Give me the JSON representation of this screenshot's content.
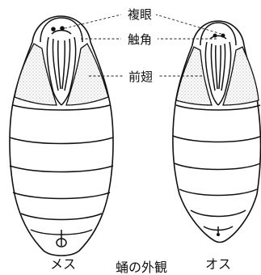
{
  "labels": {
    "compound_eye": "複眼",
    "antenna": "触角",
    "forewing": "前翅"
  },
  "captions": {
    "female": "メス",
    "male": "オス",
    "title": "蛹の外観"
  },
  "colors": {
    "ink": "#111111",
    "wing_stipple": "#6f6f6f",
    "background": "#ffffff"
  }
}
